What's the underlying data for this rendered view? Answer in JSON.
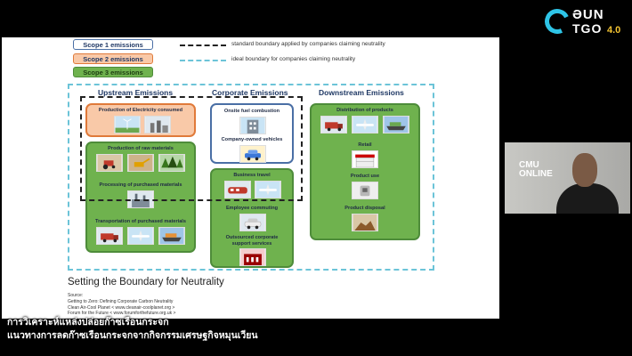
{
  "brand": {
    "line1": "ƏUN",
    "line2": "TGO",
    "version": "4.0",
    "accent": "#2ec4e6"
  },
  "slide": {
    "legend": [
      {
        "label": "Scope 1 emissions",
        "color": "#ffffff",
        "border": "#4a6fa5"
      },
      {
        "label": "Scope 2 emissions",
        "color": "#f9c9a8",
        "border": "#e07a3a"
      },
      {
        "label": "Scope 3 emissions",
        "color": "#6fb24e",
        "border": "#4e8c3a"
      }
    ],
    "boundaries": [
      {
        "label": "standard boundary applied by companies claiming neutrality",
        "style": "dashed-black"
      },
      {
        "label": "ideal boundary for companies claiming neutrality",
        "style": "dashed-cyan"
      }
    ],
    "columns": {
      "upstream": "Upstream Emissions",
      "corporate": "Corporate Emissions",
      "downstream": "Downstream Emissions"
    },
    "boxes": {
      "electricity": "Production of Electricity consumed",
      "raw_materials": "Production of raw materials",
      "processing": "Processing of purchased materials",
      "transport": "Transportation of purchased materials",
      "onsite_fuel": "Onsite fuel combustion",
      "company_vehicles": "Company-owned vehicles",
      "business_travel": "Business travel",
      "commuting": "Employee commuting",
      "outsourced": "Outsourced corporate support services",
      "distribution": "Distribution of products",
      "retail": "Retail",
      "product_use": "Product use",
      "product_disposal": "Product disposal"
    },
    "title": "Setting the Boundary for Neutrality",
    "source_lines": [
      "Source:",
      "Getting to Zero: Defining Corporate Carbon Neutrality",
      "Clean Air-Cool Planet < www.cleanair-coolplanet.org >",
      "Forum for the Future < www.forumforthefuture.org.uk >"
    ]
  },
  "webcam": {
    "logo_line1": "CMU",
    "logo_line2": "ONLINE"
  },
  "caption": {
    "line1": "การวิเคราะห์แหล่งปล่อยก๊าซเรือนกระจก",
    "line2": "แนวทางการลดก๊าซเรือนกระจกจากกิจกรรมเศรษฐกิจหมุนเวียน"
  }
}
